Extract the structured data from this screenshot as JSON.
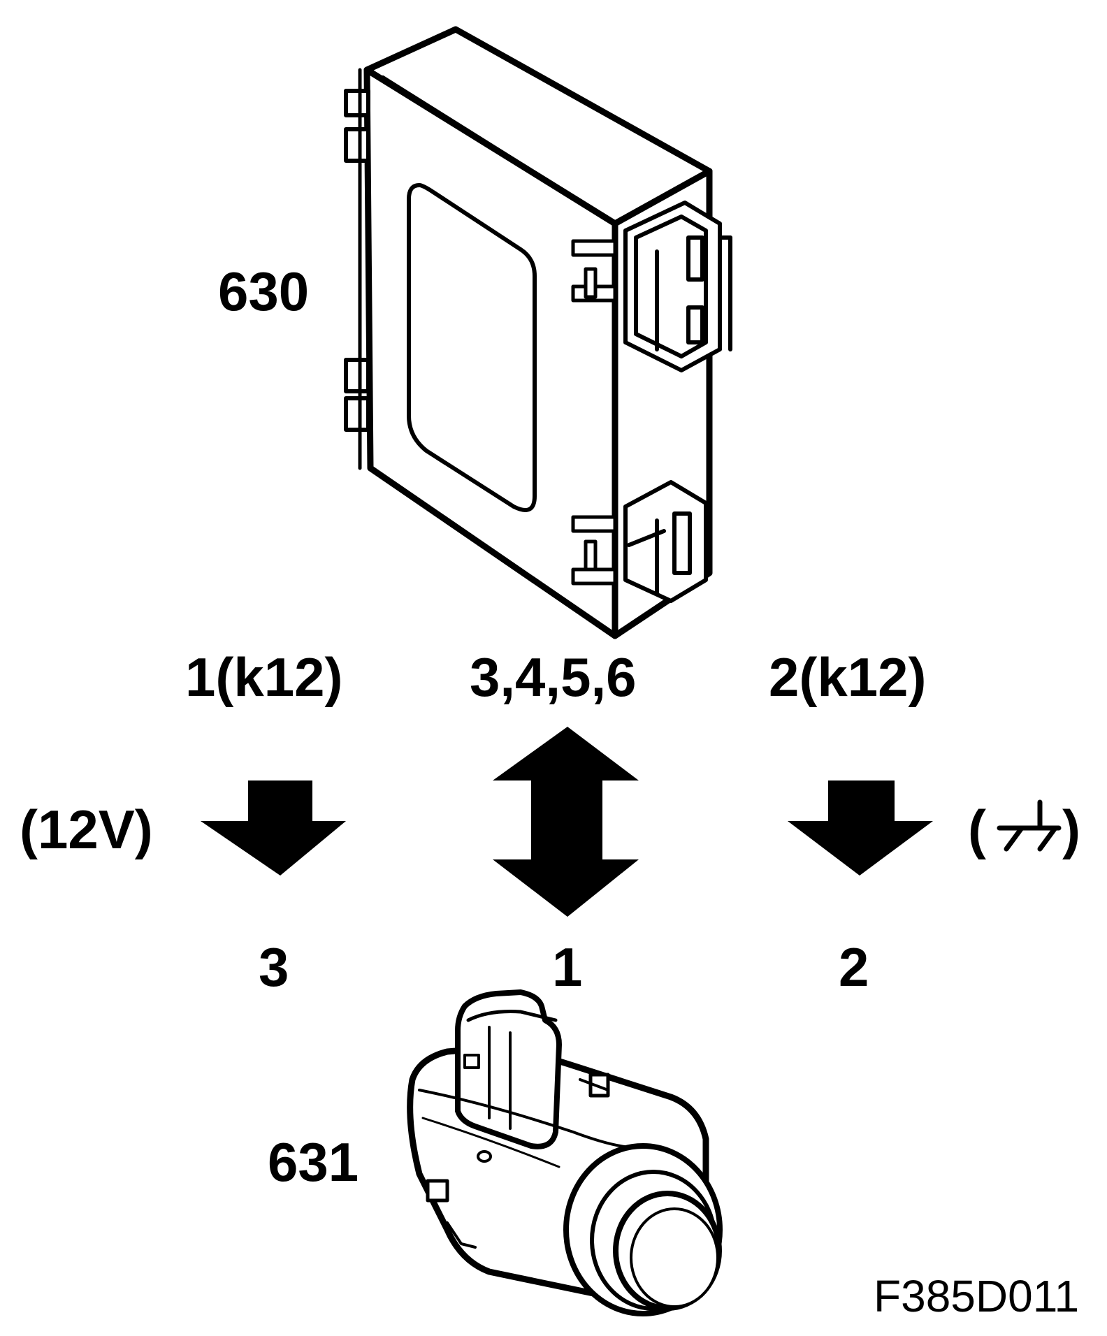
{
  "components": {
    "control_unit": {
      "ref": "630"
    },
    "sensor": {
      "ref": "631"
    }
  },
  "connections": [
    {
      "from_pin": "1(k12)",
      "to_pin": "3",
      "signal": "(12V)",
      "direction": "down"
    },
    {
      "from_pin": "3,4,5,6",
      "to_pin": "1",
      "signal": "",
      "direction": "both"
    },
    {
      "from_pin": "2(k12)",
      "to_pin": "2",
      "signal": "(",
      "signal_close": ")",
      "signal_icon": "ground-symbol-icon",
      "direction": "down"
    }
  ],
  "figure_code": "F385D011",
  "colors": {
    "line": "#000000",
    "background": "#ffffff"
  }
}
